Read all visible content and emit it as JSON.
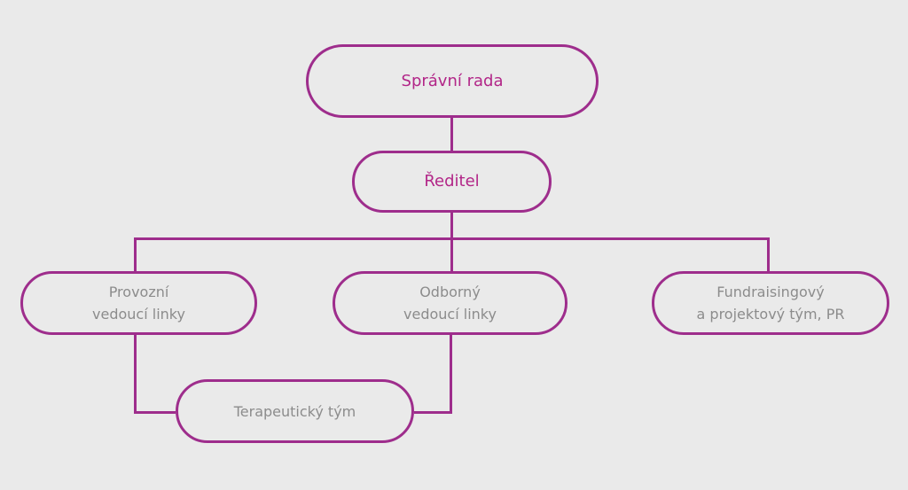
{
  "diagram": {
    "type": "org-chart",
    "colors": {
      "background": "#eaeaea",
      "line": "#9e2d8c",
      "node_border": "#9e2d8c",
      "primary_text": "#b22688",
      "secondary_text": "#8c8c8c"
    },
    "nodes": {
      "spravni_rada": {
        "label": "Správní rada"
      },
      "reditel": {
        "label": "Ředitel"
      },
      "provozni_vedouci": {
        "line1": "Provozní",
        "line2": "vedoucí linky"
      },
      "odborny_vedouci": {
        "line1": "Odborný",
        "line2": "vedoucí linky"
      },
      "fundraising": {
        "line1": "Fundraisingový",
        "line2": "a projektový tým, PR"
      },
      "terapeuticky_tym": {
        "label": "Terapeutický tým"
      }
    },
    "edges": [
      {
        "from": "spravni_rada",
        "to": "reditel"
      },
      {
        "from": "reditel",
        "to": "provozni_vedouci"
      },
      {
        "from": "reditel",
        "to": "odborny_vedouci"
      },
      {
        "from": "reditel",
        "to": "fundraising"
      },
      {
        "from": "provozni_vedouci",
        "to": "terapeuticky_tym"
      },
      {
        "from": "odborny_vedouci",
        "to": "terapeuticky_tym"
      }
    ]
  }
}
